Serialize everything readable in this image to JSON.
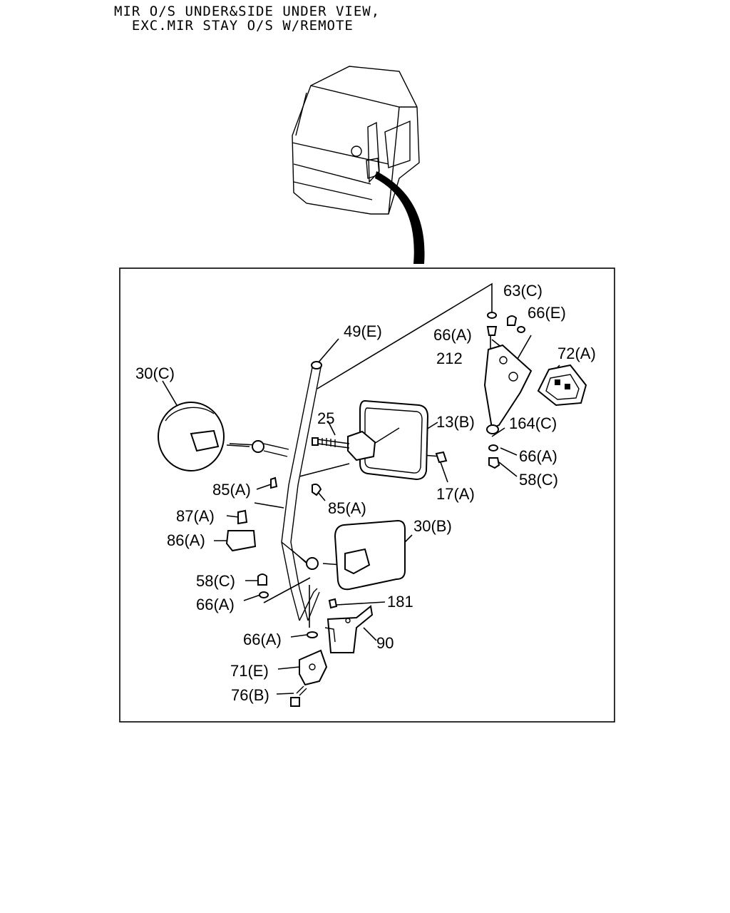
{
  "header": {
    "line1": "MIR O/S UNDER&SIDE UNDER VIEW,",
    "line2": "EXC.MIR STAY O/S W/REMOTE"
  },
  "callouts": [
    {
      "id": "63c",
      "text": "63(C)"
    },
    {
      "id": "66e",
      "text": "66(E)"
    },
    {
      "id": "66a-top",
      "text": "66(A)"
    },
    {
      "id": "212",
      "text": "212"
    },
    {
      "id": "72a",
      "text": "72(A)"
    },
    {
      "id": "49e",
      "text": "49(E)"
    },
    {
      "id": "30c",
      "text": "30(C)"
    },
    {
      "id": "25",
      "text": "25"
    },
    {
      "id": "13b",
      "text": "13(B)"
    },
    {
      "id": "164c",
      "text": "164(C)"
    },
    {
      "id": "66a-right",
      "text": "66(A)"
    },
    {
      "id": "58c-right",
      "text": "58(C)"
    },
    {
      "id": "17a",
      "text": "17(A)"
    },
    {
      "id": "85a-left",
      "text": "85(A)"
    },
    {
      "id": "85a-right",
      "text": "85(A)"
    },
    {
      "id": "87a",
      "text": "87(A)"
    },
    {
      "id": "30b",
      "text": "30(B)"
    },
    {
      "id": "86a",
      "text": "86(A)"
    },
    {
      "id": "58c-left",
      "text": "58(C)"
    },
    {
      "id": "181",
      "text": "181"
    },
    {
      "id": "66a-left",
      "text": "66(A)"
    },
    {
      "id": "90",
      "text": "90"
    },
    {
      "id": "66a-bottom",
      "text": "66(A)"
    },
    {
      "id": "71e",
      "text": "71(E)"
    },
    {
      "id": "76b",
      "text": "76(B)"
    }
  ]
}
